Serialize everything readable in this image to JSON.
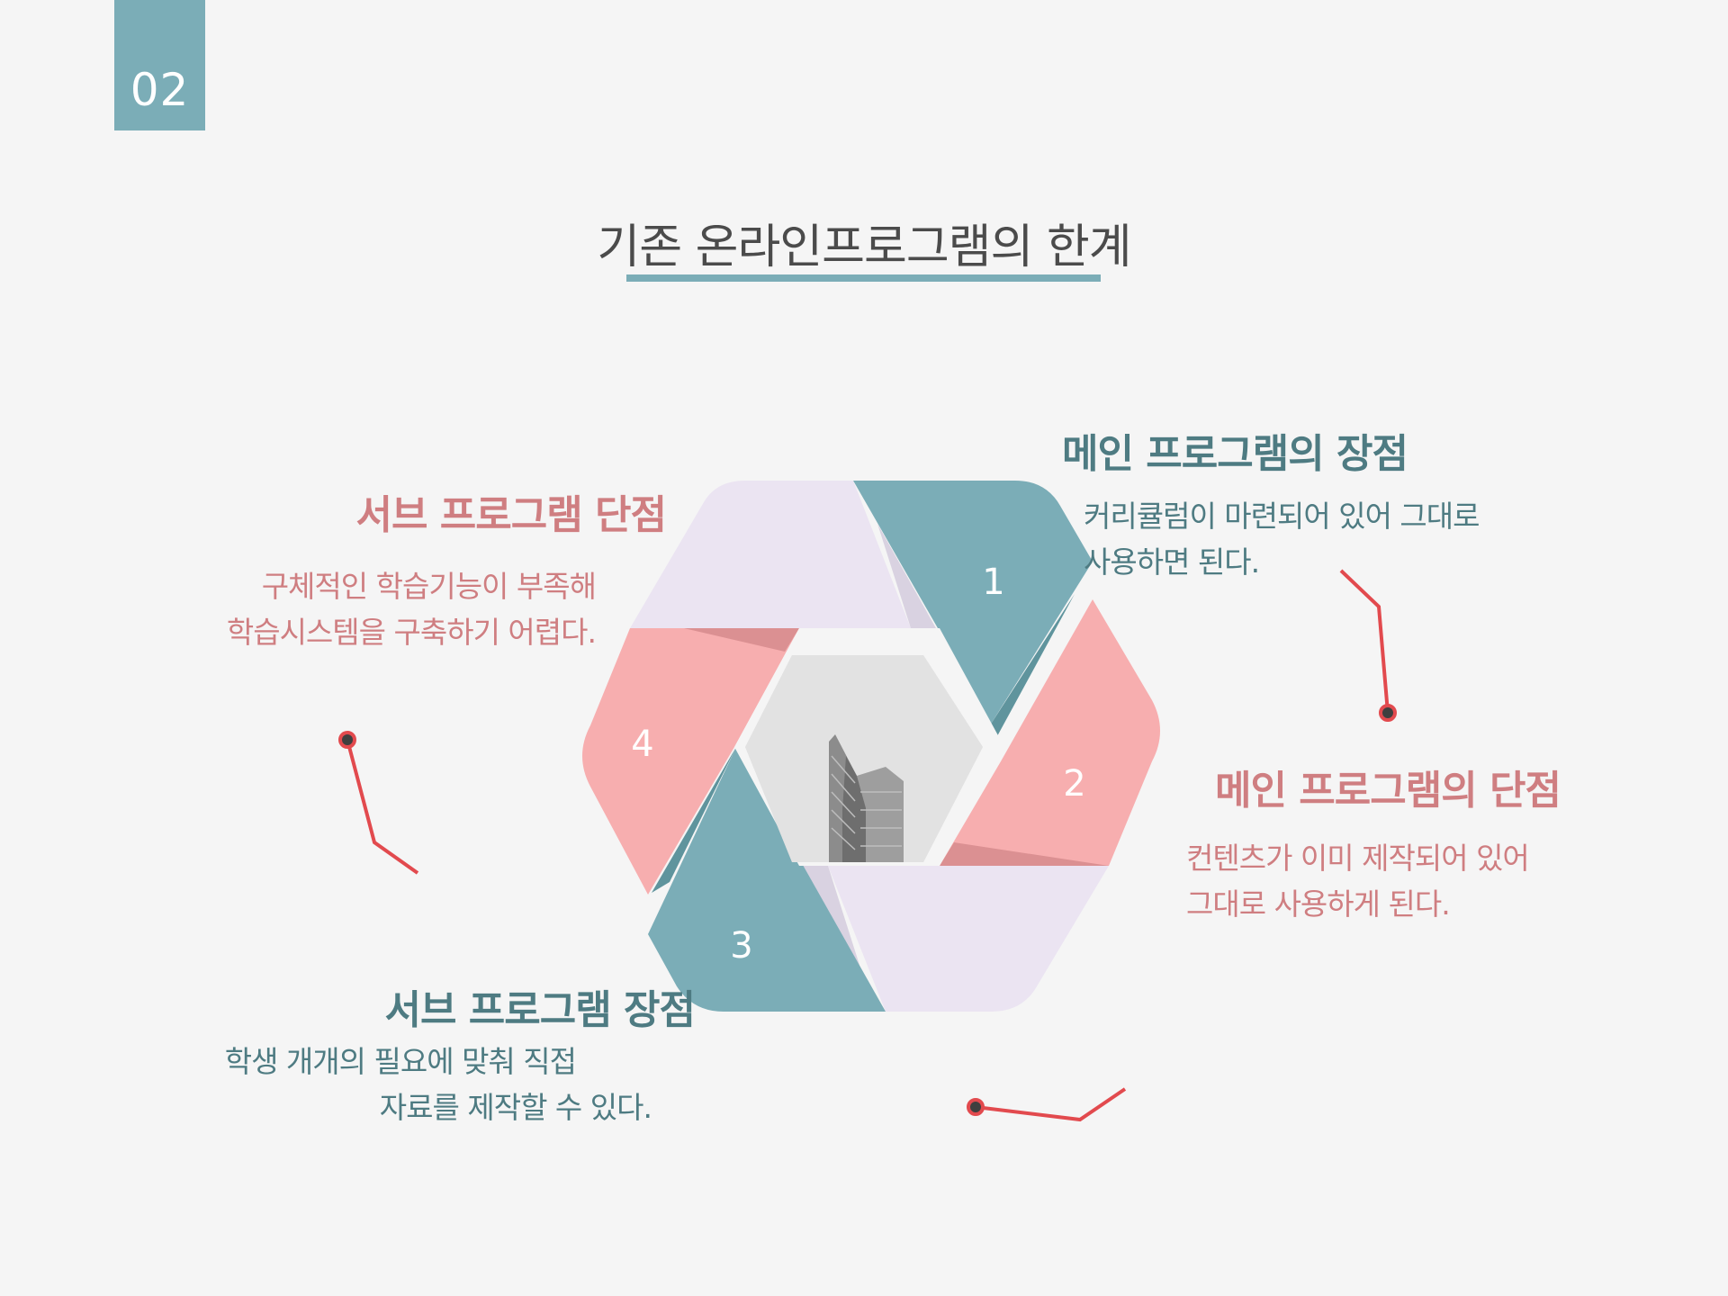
{
  "page_number": "02",
  "title": "기존 온라인프로그램의 한계",
  "segments": [
    {
      "number": "1",
      "color": "#7badb7"
    },
    {
      "number": "2",
      "color": "#f7aeaf"
    },
    {
      "number": "3",
      "color": "#7badb7"
    },
    {
      "number": "4",
      "color": "#f7aeaf"
    }
  ],
  "neutral_segment_color": "#ebe4f2",
  "callout_line_color": "#e24a4e",
  "items": {
    "main_pro": {
      "heading": "메인 프로그램의 장점",
      "line1": "커리큘럼이 마련되어 있어 그대로",
      "line2": "사용하면 된다."
    },
    "main_con": {
      "heading": "메인 프로그램의 단점",
      "line1": "컨텐츠가 이미 제작되어 있어",
      "line2": "그대로 사용하게 된다."
    },
    "sub_con": {
      "heading": "서브 프로그램 단점",
      "line1": "구체적인 학습기능이 부족해",
      "line2": "학습시스템을 구축하기 어렵다."
    },
    "sub_pro": {
      "heading": "서브 프로그램 장점",
      "line1": "학생 개개의 필요에 맞춰 직접",
      "line2": "자료를 제작할 수 있다."
    }
  }
}
